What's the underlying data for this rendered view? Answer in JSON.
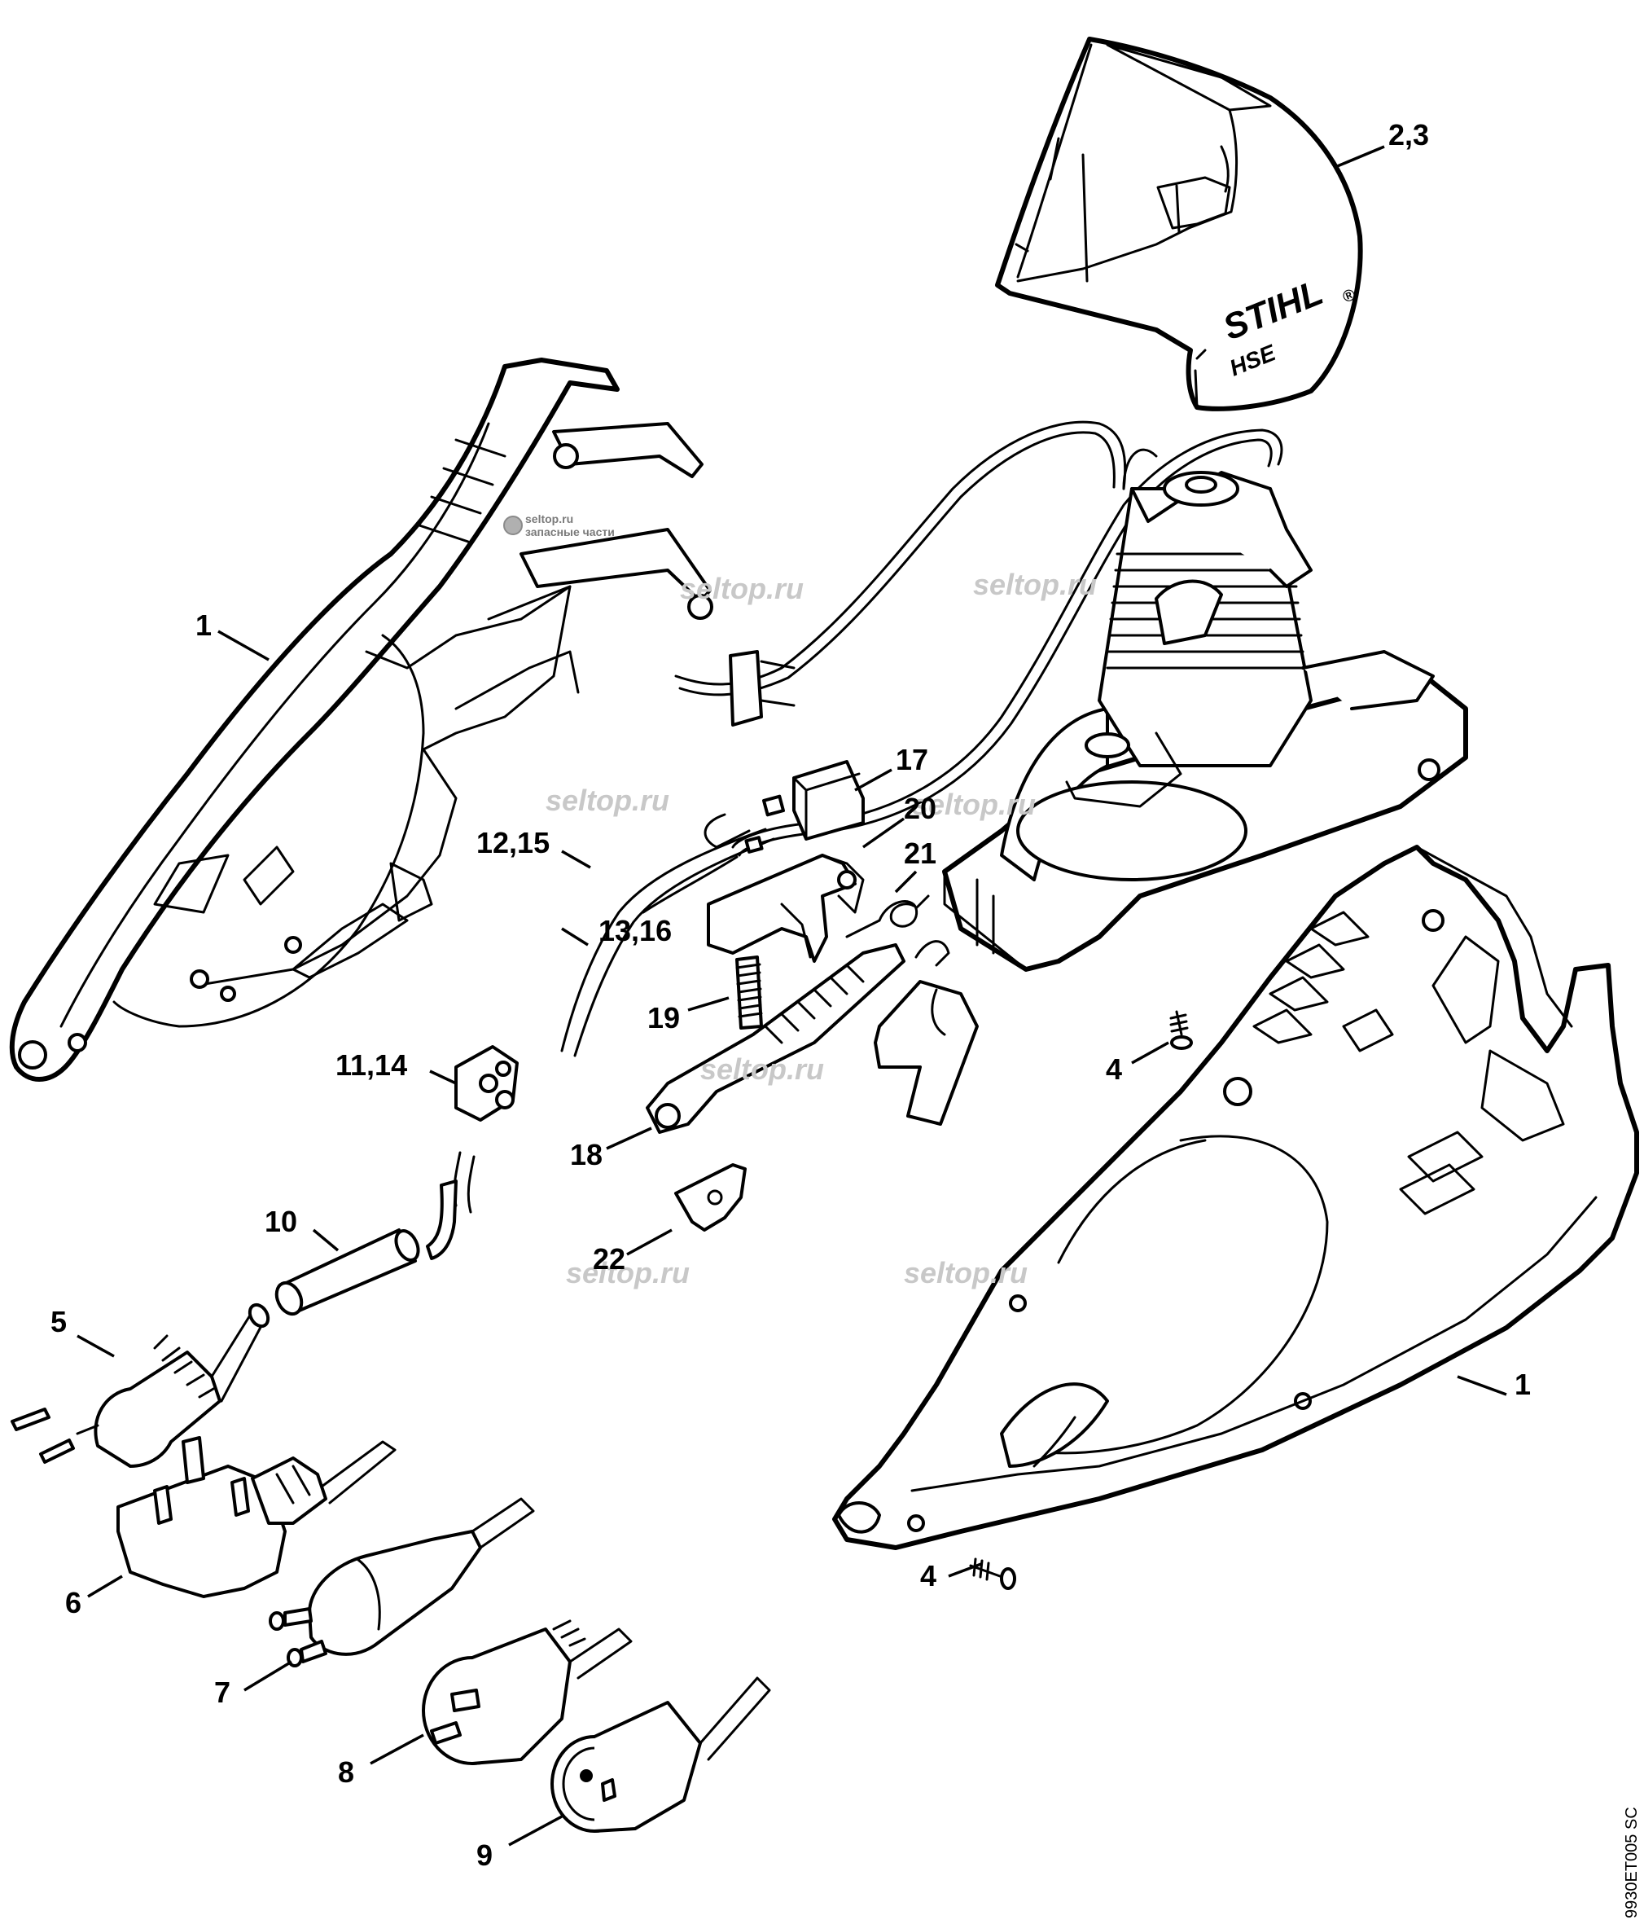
{
  "brand": {
    "name": "STIHL",
    "registered": "®",
    "model": "HSE"
  },
  "labels": {
    "cover": "2,3",
    "housing_left": "1",
    "housing_right": "1",
    "switch": "17",
    "part_20": "20",
    "spring_21": "21",
    "cable_a": "12,15",
    "cable_b": "13,16",
    "spring_19": "19",
    "screw_upper": "4",
    "terminal": "11,14",
    "lever_18": "18",
    "sleeve_10": "10",
    "part_22": "22",
    "plug_5": "5",
    "plug_6": "6",
    "plug_7": "7",
    "plug_8": "8",
    "plug_9": "9",
    "screw_lower": "4"
  },
  "watermarks": [
    "seltop.ru",
    "seltop.ru",
    "seltop.ru",
    "seltop.ru",
    "seltop.ru",
    "seltop.ru",
    "seltop.ru"
  ],
  "watermark_logo": {
    "text": "seltop.ru",
    "tagline": "запасные части"
  },
  "drawing_code": "9930ET005 SC"
}
